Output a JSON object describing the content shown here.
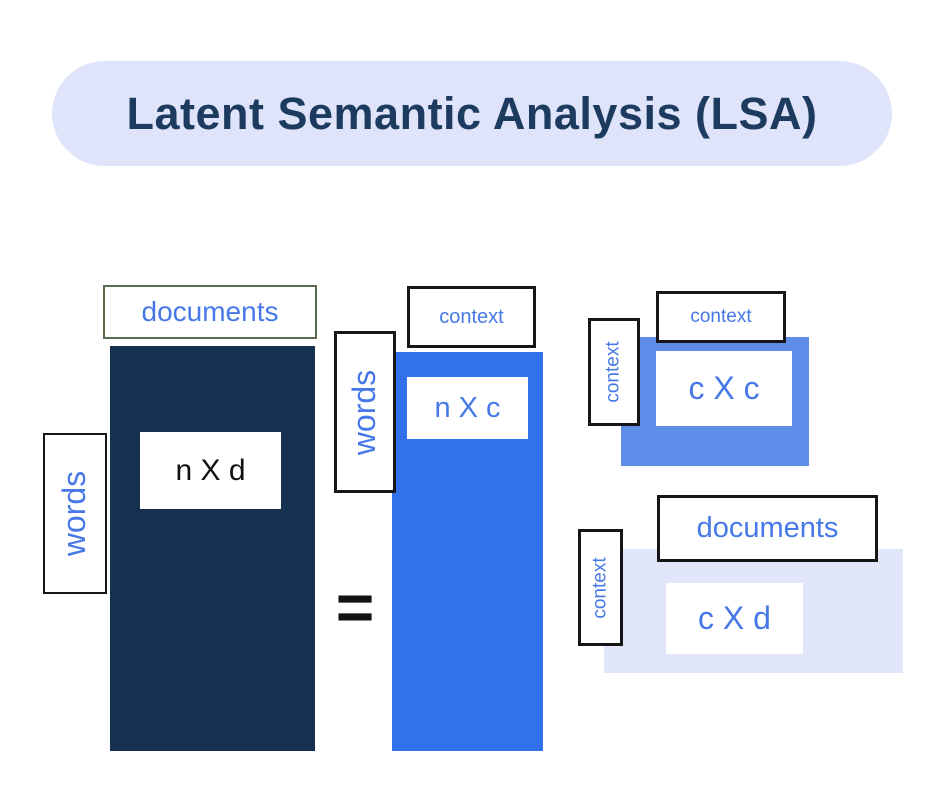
{
  "title": "Latent Semantic Analysis (LSA)",
  "operator": {
    "equals": "="
  },
  "colors": {
    "term_document_matrix": "#16314f",
    "word_context_matrix": "#3370eb",
    "context_context_matrix": "#5e8ee9",
    "context_document_matrix": "#e1e6fa",
    "title_pill_background": "#dfe4fb",
    "title_text": "#1d3a5f",
    "label_text_blue": "#4678e8",
    "documents_label_border": "#5b6b4e",
    "label_border_black": "#161616"
  },
  "matrices": {
    "term_document": {
      "top_label": "documents",
      "side_label": "words",
      "dims": "n X d"
    },
    "word_context": {
      "top_label": "context",
      "side_label": "words",
      "dims": "n X c"
    },
    "context_context": {
      "top_label": "context",
      "side_label": "context",
      "dims": "c X c"
    },
    "context_document": {
      "top_label": "documents",
      "side_label": "context",
      "dims": "c X d"
    }
  }
}
